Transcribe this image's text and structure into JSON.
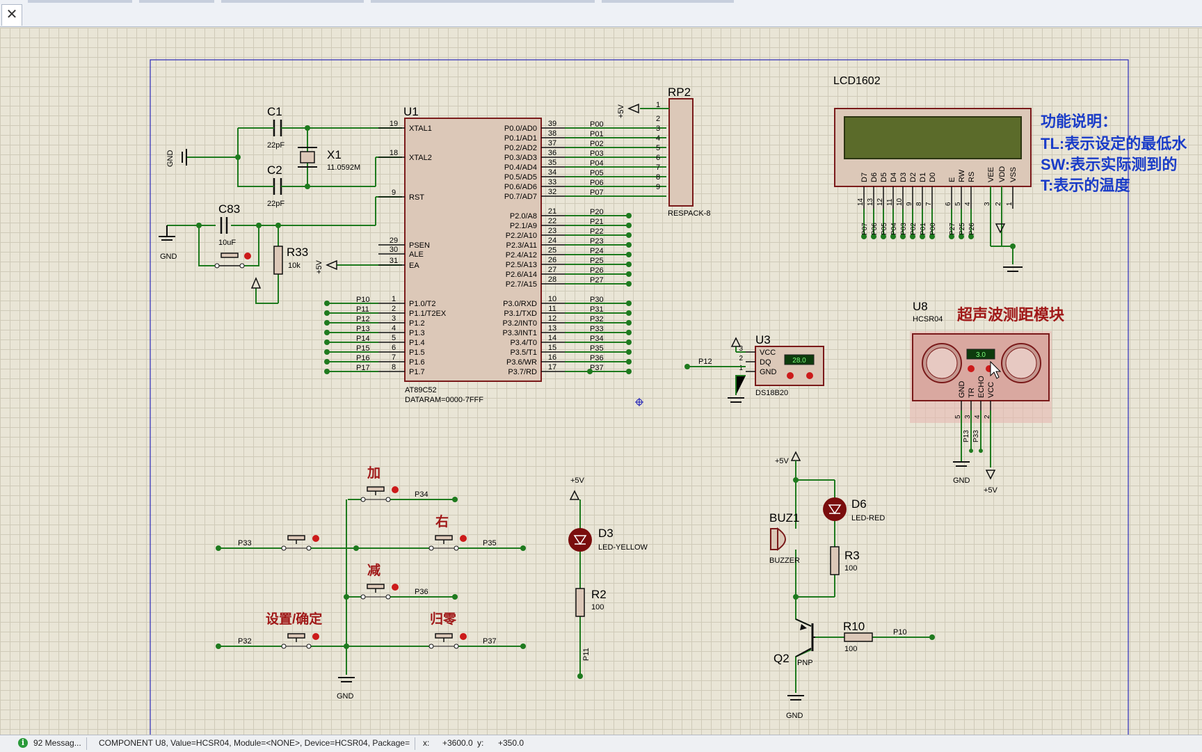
{
  "window": {
    "close_glyph": "✕"
  },
  "statusbar": {
    "messages": "92 Messag...",
    "component_info": "COMPONENT U8, Value=HCSR04, Module=<NONE>, Device=HCSR04, Package=",
    "x_label": "x:",
    "x_value": "+3600.0",
    "y_label": "y:",
    "y_value": "+350.0"
  },
  "schematic": {
    "c1": {
      "ref": "C1",
      "value": "22pF"
    },
    "c2": {
      "ref": "C2",
      "value": "22pF"
    },
    "x1": {
      "ref": "X1",
      "value": "11.0592M"
    },
    "c83": {
      "ref": "C83",
      "value": "10uF"
    },
    "r33": {
      "ref": "R33",
      "value": "10k"
    },
    "gnd": "GND",
    "plus5v": "+5V",
    "u1": {
      "ref": "U1",
      "part": "AT89C52",
      "attr": "DATARAM=0000-7FFF",
      "pins_left": [
        "XTAL1",
        "XTAL2",
        "RST",
        "PSEN",
        "ALE",
        "EA",
        "P1.0/T2",
        "P1.1/T2EX",
        "P1.2",
        "P1.3",
        "P1.4",
        "P1.5",
        "P1.6",
        "P1.7"
      ],
      "pinnums_left": [
        "19",
        "18",
        "9",
        "29",
        "30",
        "31",
        "1",
        "2",
        "3",
        "4",
        "5",
        "6",
        "7",
        "8"
      ],
      "pins_right_p0": [
        "P0.0/AD0",
        "P0.1/AD1",
        "P0.2/AD2",
        "P0.3/AD3",
        "P0.4/AD4",
        "P0.5/AD5",
        "P0.6/AD6",
        "P0.7/AD7"
      ],
      "pinnums_p0": [
        "39",
        "38",
        "37",
        "36",
        "35",
        "34",
        "33",
        "32"
      ],
      "pins_right_p2": [
        "P2.0/A8",
        "P2.1/A9",
        "P2.2/A10",
        "P2.3/A11",
        "P2.4/A12",
        "P2.5/A13",
        "P2.6/A14",
        "P2.7/A15"
      ],
      "pinnums_p2": [
        "21",
        "22",
        "23",
        "24",
        "25",
        "26",
        "27",
        "28"
      ],
      "pins_right_p3": [
        "P3.0/RXD",
        "P3.1/TXD",
        "P3.2/INT0",
        "P3.3/INT1",
        "P3.4/T0",
        "P3.5/T1",
        "P3.6/WR",
        "P3.7/RD"
      ],
      "pinnums_p3": [
        "10",
        "11",
        "12",
        "13",
        "14",
        "15",
        "16",
        "17"
      ]
    },
    "nets_p0": [
      "P00",
      "P01",
      "P02",
      "P03",
      "P04",
      "P05",
      "P06",
      "P07"
    ],
    "nets_p1": [
      "P10",
      "P11",
      "P12",
      "P13",
      "P14",
      "P15",
      "P16",
      "P17"
    ],
    "nets_p2": [
      "P20",
      "P21",
      "P22",
      "P23",
      "P24",
      "P25",
      "P26",
      "P27"
    ],
    "nets_p3": [
      "P30",
      "P31",
      "P32",
      "P33",
      "P34",
      "P35",
      "P36",
      "P37"
    ],
    "rp2": {
      "ref": "RP2",
      "part": "RESPACK-8",
      "pinnums": [
        "1",
        "2",
        "3",
        "4",
        "5",
        "6",
        "7",
        "8",
        "9"
      ]
    },
    "lcd": {
      "ref": "LCD1602",
      "pins": [
        "D7",
        "D6",
        "D5",
        "D4",
        "D3",
        "D2",
        "D1",
        "D0",
        "E",
        "RW",
        "RS",
        "VEE",
        "VDD",
        "VSS"
      ],
      "pinnums": [
        "14",
        "13",
        "12",
        "11",
        "10",
        "9",
        "8",
        "7",
        "6",
        "5",
        "4",
        "3",
        "2",
        "1"
      ],
      "nets": [
        "P07",
        "P06",
        "P05",
        "P04",
        "P03",
        "P02",
        "P01",
        "P00",
        "P27",
        "P25",
        "P26"
      ]
    },
    "notes": {
      "title": "功能说明：",
      "line1": "TL:表示设定的最低水",
      "line2": "SW:表示实际测到的",
      "line3": "T:表示的温度"
    },
    "u8": {
      "ref": "U8",
      "part": "HCSR04",
      "title": "超声波测距模块",
      "display": "3.0",
      "pins": [
        "GND",
        "TR",
        "ECHO",
        "VCC"
      ],
      "pinnums": [
        "5",
        "3",
        "4",
        "2"
      ],
      "nets": [
        "P13",
        "P33"
      ]
    },
    "u3": {
      "ref": "U3",
      "part": "DS18B20",
      "display": "28.0",
      "pins": [
        "VCC",
        "DQ",
        "GND"
      ],
      "pinnums": [
        "3",
        "2",
        "1"
      ],
      "net": "P12"
    },
    "buttons": {
      "add": "加",
      "right": "右",
      "sub": "减",
      "set": "设置/确定",
      "zero": "归零",
      "nets": [
        "P34",
        "P33",
        "P35",
        "P36",
        "P32",
        "P37"
      ]
    },
    "d3": {
      "ref": "D3",
      "part": "LED-YELLOW"
    },
    "r2": {
      "ref": "R2",
      "value": "100",
      "net": "P11"
    },
    "buz1": {
      "ref": "BUZ1",
      "part": "BUZZER"
    },
    "d6": {
      "ref": "D6",
      "part": "LED-RED"
    },
    "r3": {
      "ref": "R3",
      "value": "100"
    },
    "r10": {
      "ref": "R10",
      "value": "100",
      "net": "P10"
    },
    "q2": {
      "ref": "Q2",
      "part": "PNP"
    }
  },
  "colors": {
    "wire": "#1e7a1e",
    "body": "#7a1a1a",
    "body_fill": "#dcc8b8",
    "label": "#000000",
    "notes": "#1a3cc8",
    "module_title": "#a01818",
    "lcd_screen": "#5b6b2a"
  }
}
